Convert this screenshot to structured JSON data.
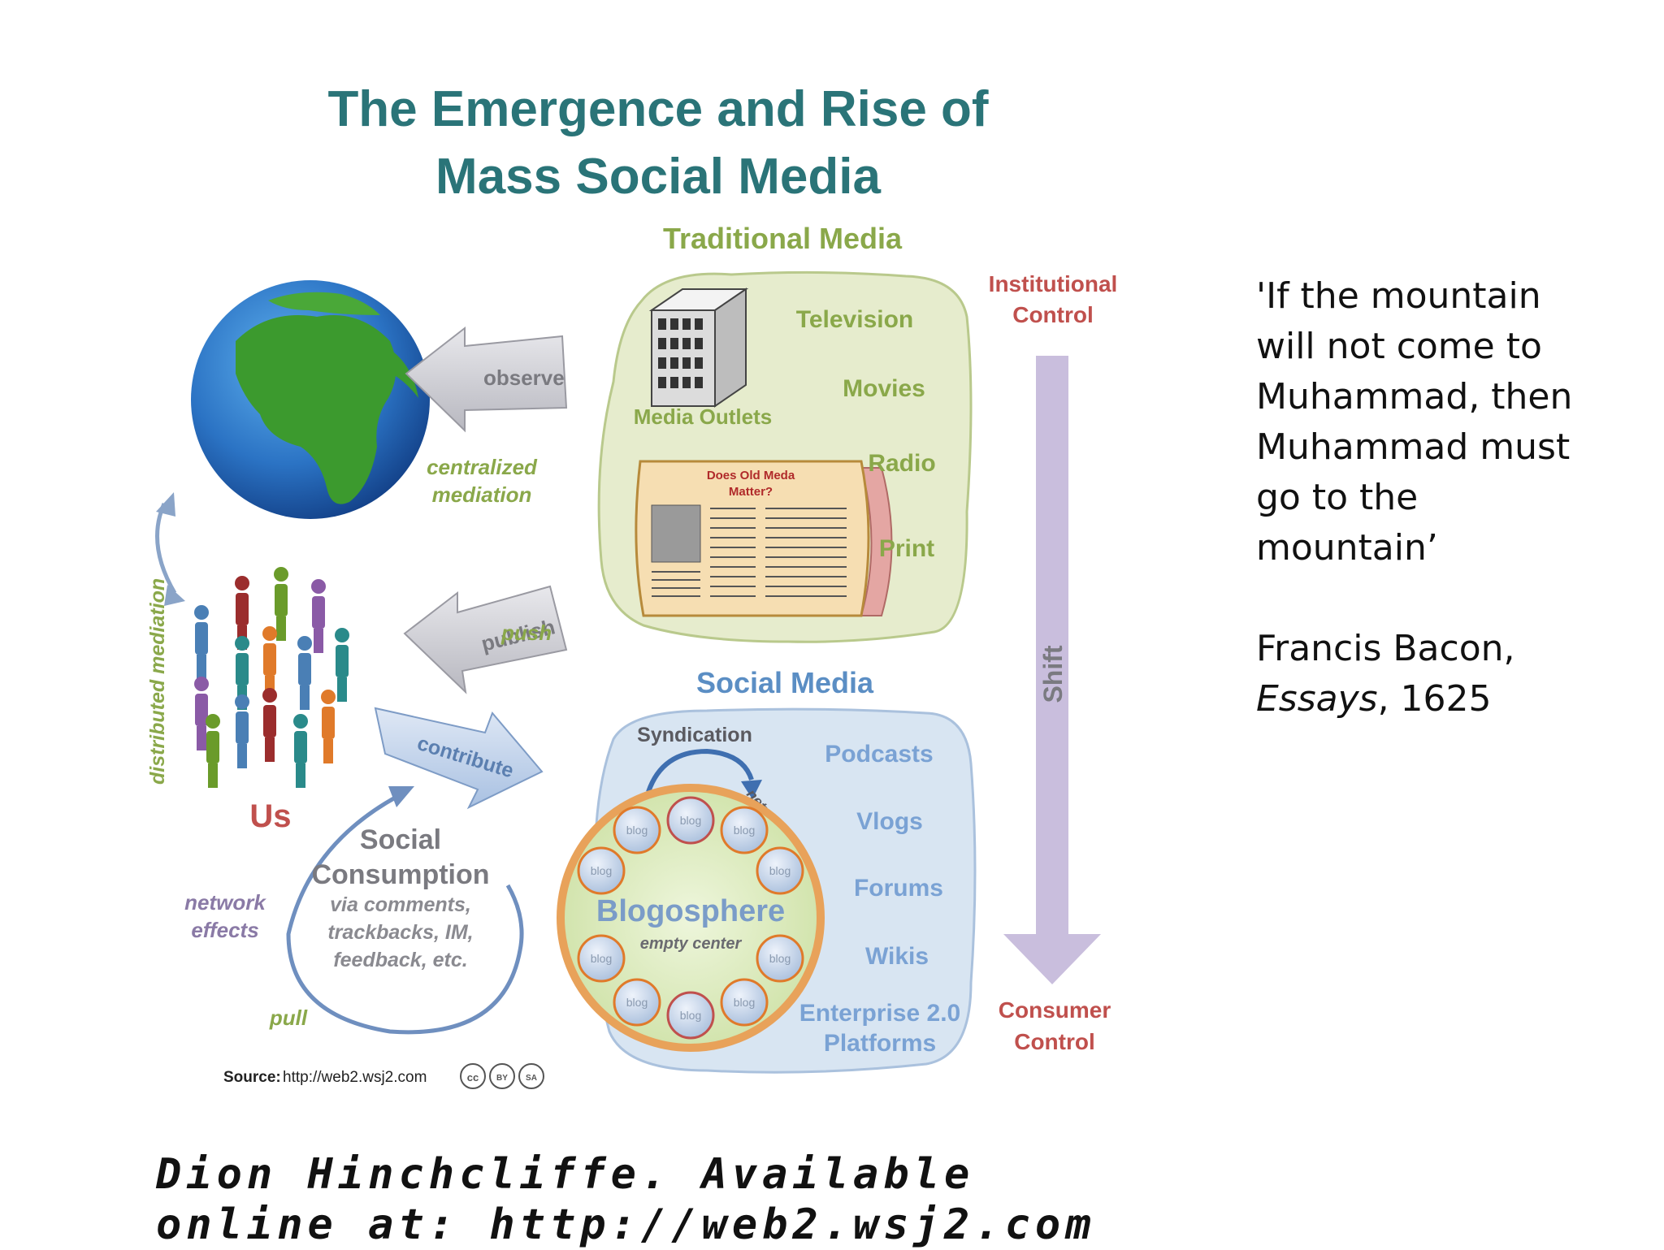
{
  "diagram": {
    "title_line1": "The Emergence and Rise of",
    "title_line2": "Mass Social Media",
    "traditional_media": {
      "heading": "Traditional Media",
      "outlets_label": "Media Outlets",
      "items": [
        "Television",
        "Movies",
        "Radio",
        "Print"
      ],
      "newspaper_headline_line1": "Does Old Meda",
      "newspaper_headline_line2": "Matter?"
    },
    "social_media": {
      "heading": "Social Media",
      "syndication_label": "Syndication",
      "network_edge_label": "network edge",
      "blogosphere_label": "Blogosphere",
      "empty_center_label": "empty center",
      "blog_label": "blog",
      "items": [
        "Podcasts",
        "Vlogs",
        "Forums",
        "Wikis"
      ],
      "enterprise_line1": "Enterprise 2.0",
      "enterprise_line2": "Platforms"
    },
    "arrows": {
      "observe": "observe",
      "publish": "publish",
      "contribute": "contribute",
      "push": "push",
      "pull": "pull"
    },
    "mediation": {
      "centralized_line1": "centralized",
      "centralized_line2": "mediation",
      "distributed": "distributed mediation"
    },
    "us_label": "Us",
    "social_consumption": {
      "title_line1": "Social",
      "title_line2": "Consumption",
      "sub_line1": "via comments,",
      "sub_line2": "trackbacks, IM,",
      "sub_line3": "feedback, etc."
    },
    "network_effects_line1": "network",
    "network_effects_line2": "effects",
    "control": {
      "institutional_line1": "Institutional",
      "institutional_line2": "Control",
      "shift": "Shift",
      "consumer_line1": "Consumer",
      "consumer_line2": "Control"
    },
    "source_label": "Source:",
    "source_url": "http://web2.wsj2.com",
    "license_icons": [
      "cc",
      "BY",
      "SA"
    ]
  },
  "quote": {
    "lines": [
      "'If the mountain",
      "will not come to",
      "Muhammad, then",
      "Muhammad must",
      "go to the",
      "mountain’"
    ],
    "author": "Francis Bacon,",
    "work": "Essays",
    "year": ", 1625"
  },
  "footer": {
    "line1": "Dion Hinchcliffe. Available",
    "line2": "online at: http://web2.wsj2.com"
  },
  "colors": {
    "title": "#2a7478",
    "traditional_green": "#8aa84a",
    "traditional_bg": "#e6eccd",
    "social_blue": "#5b8ec4",
    "social_bg": "#d8e5f2",
    "control_red": "#c0504d",
    "shift_lavender": "#c9bedd",
    "arrow_gray": "#c8c8cc"
  }
}
